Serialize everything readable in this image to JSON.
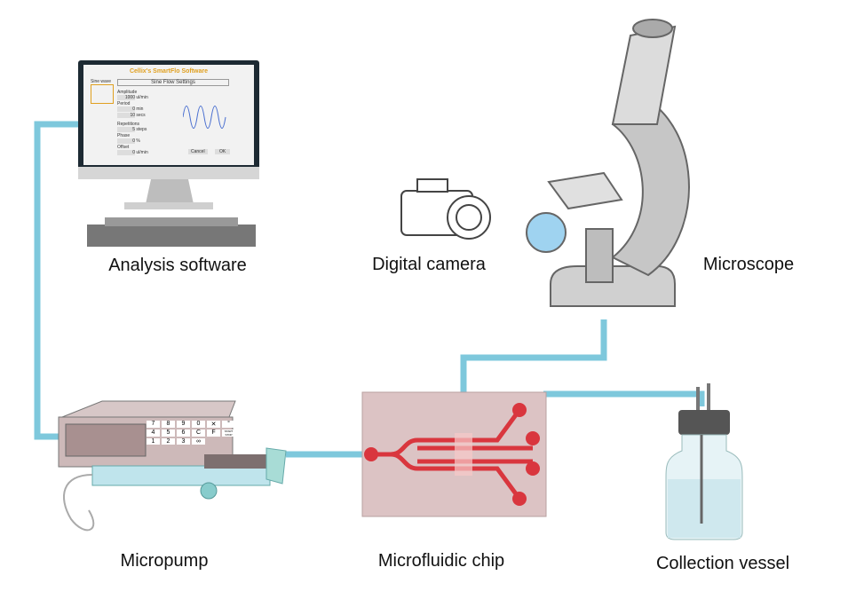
{
  "labels": {
    "analysis_software": "Analysis software",
    "digital_camera": "Digital camera",
    "microscope": "Microscope",
    "micropump": "Micropump",
    "microfluidic_chip": "Microfluidic chip",
    "collection_vessel": "Collection vessel"
  },
  "software_screen": {
    "title": "Cellix's SmartFlo Software",
    "wave_label": "Sine wave",
    "panel_title": "Sine Flow Settings",
    "fields": [
      {
        "label": "Amplitude",
        "value": "1000",
        "unit": "ul/min"
      },
      {
        "label": "Period",
        "value": "0",
        "unit": "min"
      },
      {
        "label": "",
        "value": "10",
        "unit": "secs"
      },
      {
        "label": "Repetitions",
        "value": "5",
        "unit": "steps"
      },
      {
        "label": "Phase",
        "value": "0",
        "unit": "%"
      },
      {
        "label": "Offset",
        "value": "0",
        "unit": "ul/min"
      }
    ],
    "cancel": "Cancel",
    "ok": "OK"
  },
  "keypad": [
    "7",
    "8",
    "9",
    "0",
    "✕",
    "°",
    "4",
    "5",
    "6",
    "C",
    "F",
    "START STOP",
    "1",
    "2",
    "3",
    "∞"
  ],
  "colors": {
    "tube": "#7ec8dc",
    "chip": "#dcc3c4",
    "channel": "#d9363e",
    "title": "#e0a020"
  }
}
